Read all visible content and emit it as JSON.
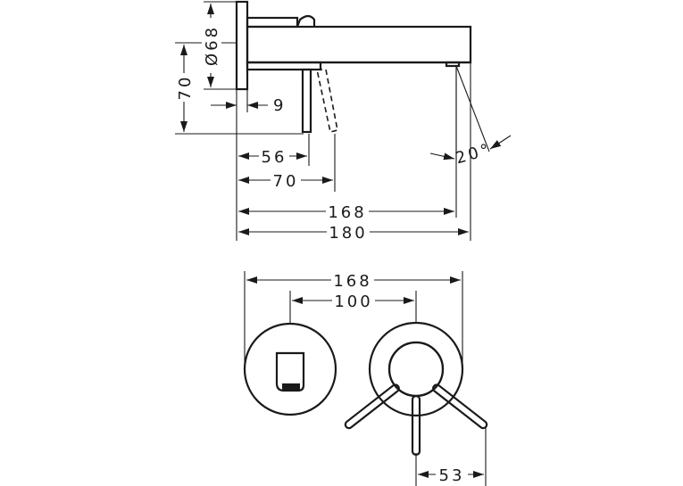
{
  "dimensions": {
    "flange_diameter": "Ø68",
    "total_height": "70",
    "flange_thickness": "9",
    "lever_offset": "56",
    "lever_reach": "70",
    "spout_length": "168",
    "overall_length": "180",
    "spout_angle": "20°",
    "front_width": "168",
    "center_distance": "100",
    "handle_reach": "53"
  },
  "colors": {
    "line": "#1a1a1a",
    "background": "#ffffff"
  }
}
